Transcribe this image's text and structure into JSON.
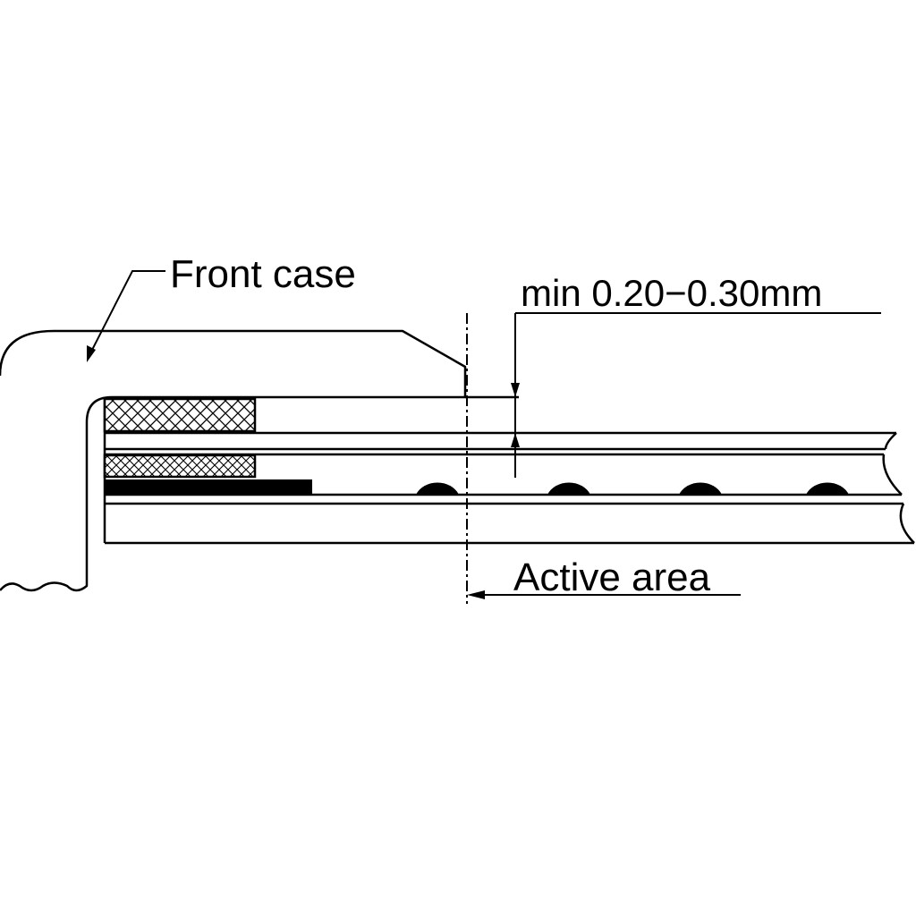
{
  "labels": {
    "front_case": "Front case",
    "gap": "min 0.20−0.30mm",
    "active_area": "Active area"
  },
  "colors": {
    "line": "#000000",
    "background": "#ffffff"
  }
}
